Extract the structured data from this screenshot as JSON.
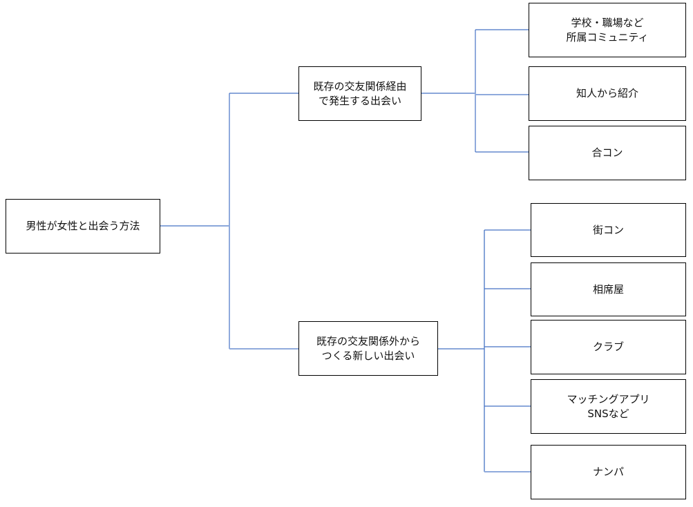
{
  "diagram": {
    "type": "tree",
    "orientation": "left-to-right",
    "colors": {
      "connector": "#4472c4",
      "connector_light": "#8faadc",
      "box_border": "#000000",
      "background": "#ffffff"
    },
    "root": {
      "label": "男性が女性と出会う方法",
      "children": [
        {
          "label": "既存の交友関係経由\nで発生する出会い",
          "children": [
            {
              "label": "学校・職場など\n所属コミュニティ"
            },
            {
              "label": "知人から紹介"
            },
            {
              "label": "合コン"
            }
          ]
        },
        {
          "label": "既存の交友関係外から\nつくる新しい出会い",
          "children": [
            {
              "label": "街コン"
            },
            {
              "label": "相席屋"
            },
            {
              "label": "クラブ"
            },
            {
              "label": "マッチングアプリ\nSNSなど"
            },
            {
              "label": "ナンパ"
            }
          ]
        }
      ]
    }
  }
}
